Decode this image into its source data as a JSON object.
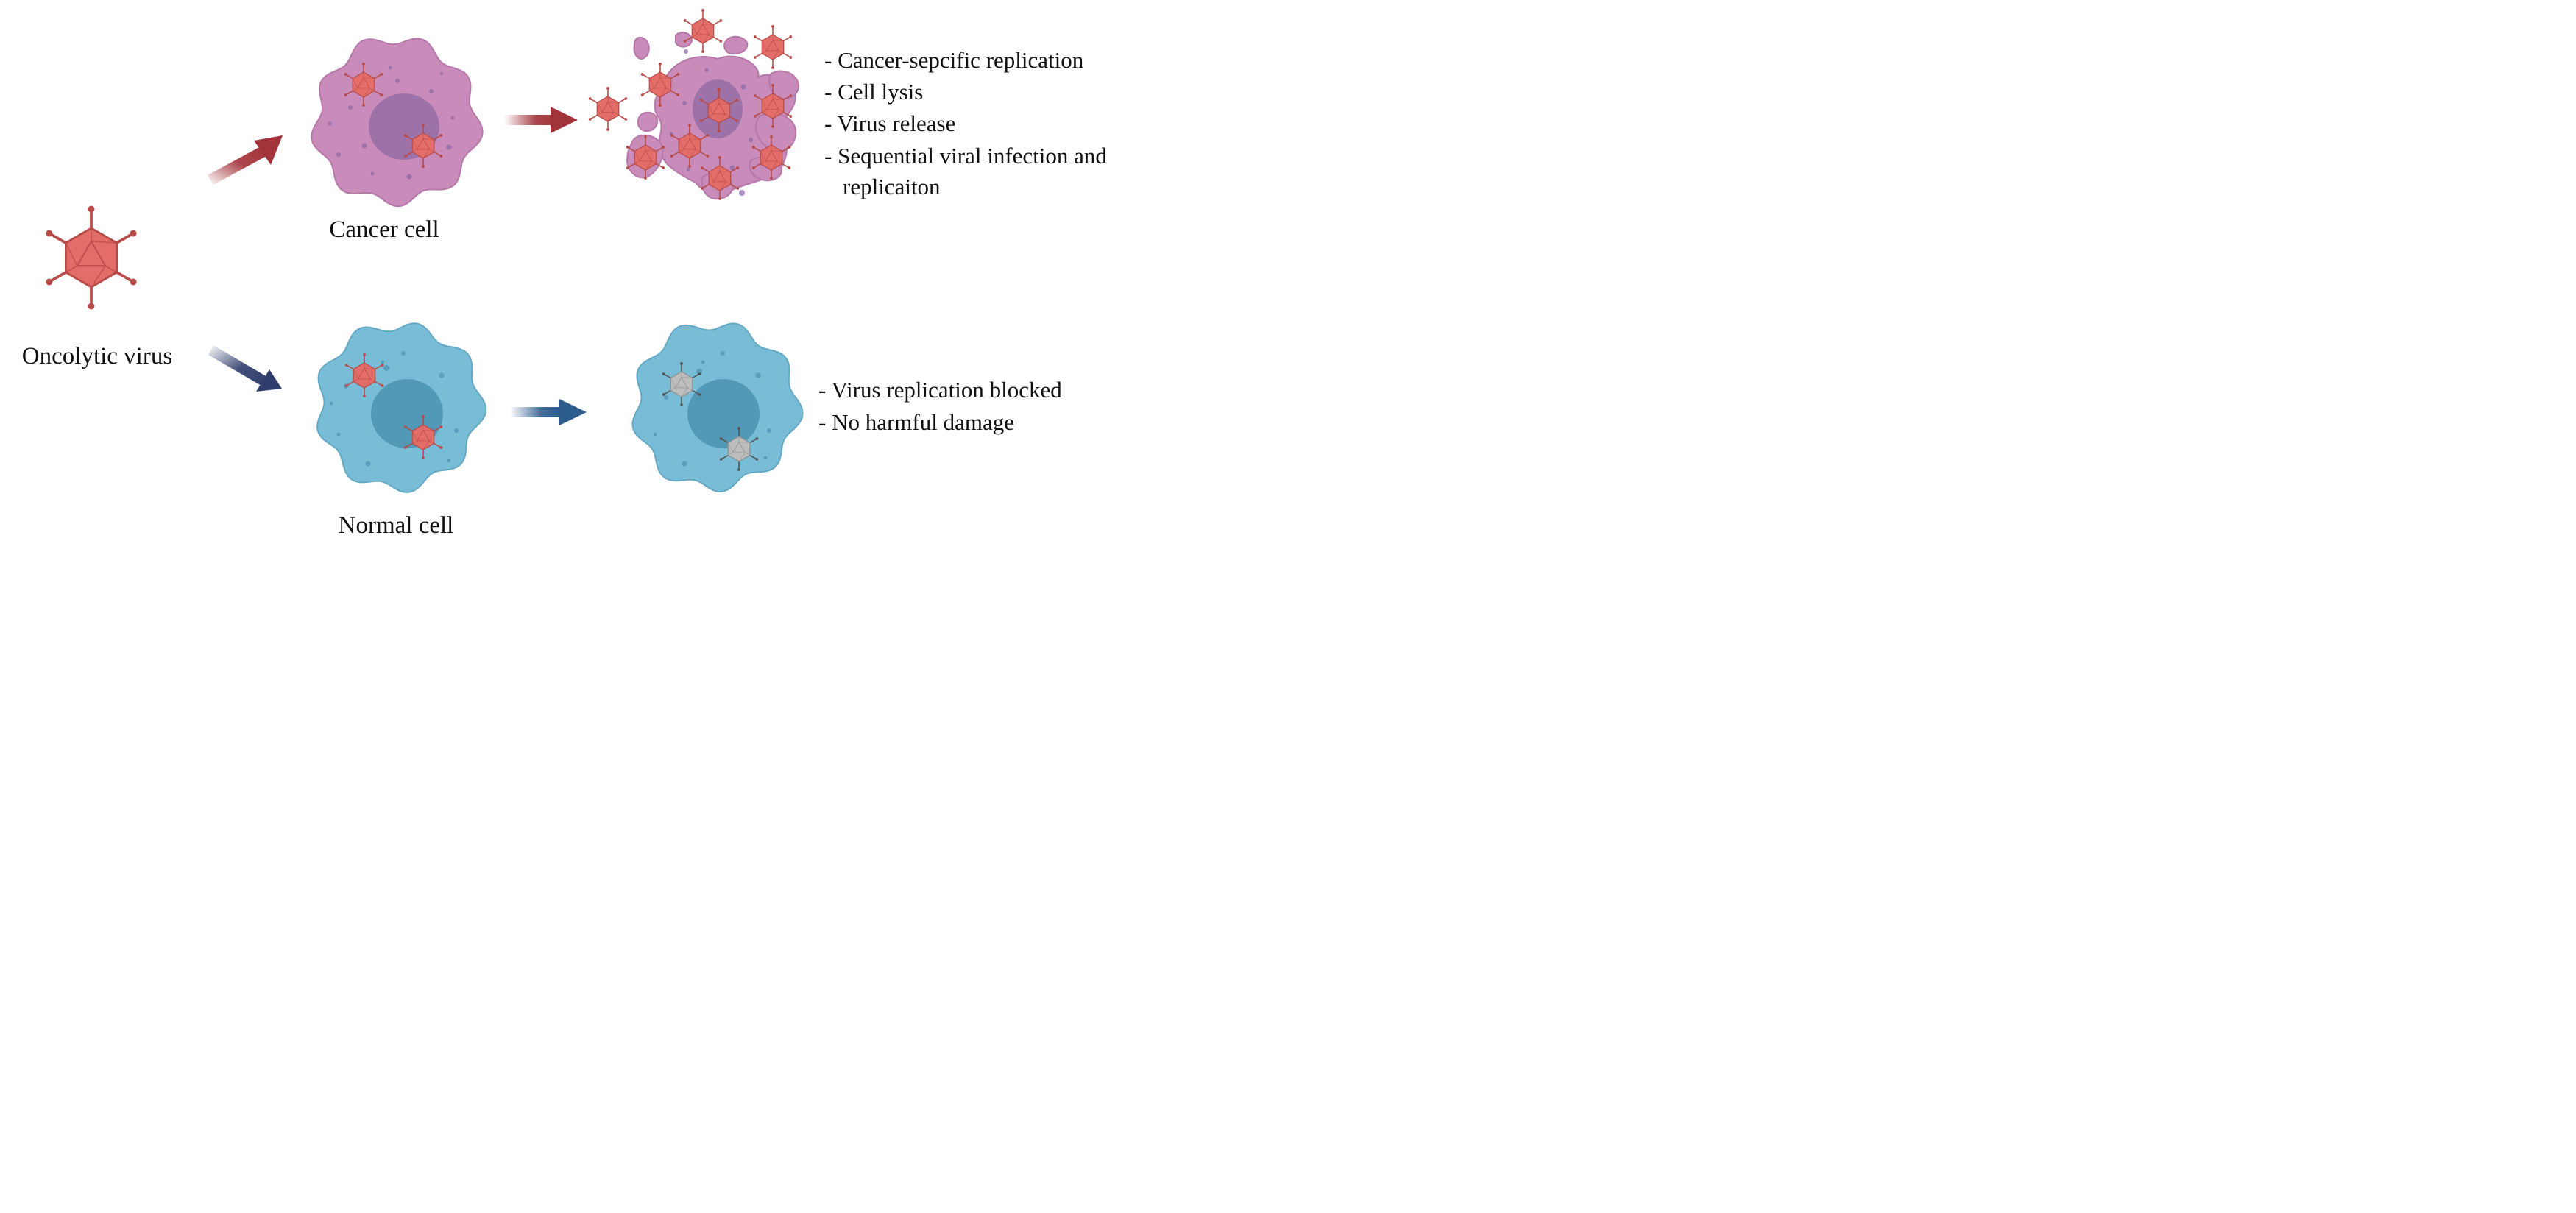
{
  "labels": {
    "oncolytic_virus": "Oncolytic virus",
    "cancer_cell": "Cancer cell",
    "normal_cell": "Normal cell"
  },
  "cancer_outcomes": [
    "- Cancer-sepcific replication",
    "- Cell lysis",
    "- Virus release",
    "- Sequential viral infection and",
    "replicaiton"
  ],
  "normal_outcomes": [
    "- Virus replication blocked",
    "- No harmful damage"
  ],
  "colors": {
    "virus_fill": "#e36e69",
    "virus_stroke": "#b84a48",
    "inactive_virus_fill": "#bdbdbd",
    "cancer_cell_fill": "#c98bb9",
    "cancer_nucleus": "#9c72a8",
    "normal_cell_fill": "#79bcd6",
    "normal_nucleus": "#5299b7",
    "cancer_arrow": "#a3333a",
    "normal_arrow_1": "#2f3d6c",
    "normal_arrow_2": "#2c5d8c"
  }
}
